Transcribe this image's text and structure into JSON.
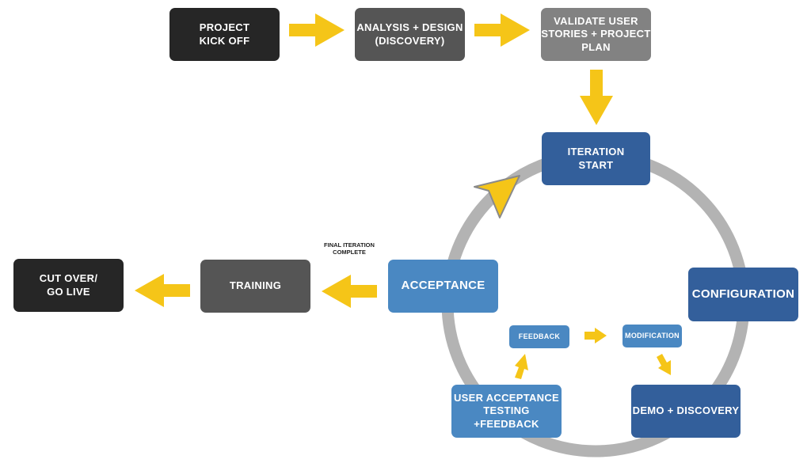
{
  "colors": {
    "arrow": "#f5c518",
    "cycle_ring": "#b3b3b3",
    "black": "#262626",
    "dark_gray": "#555555",
    "mid_gray": "#828282",
    "dark_blue": "#335f9b",
    "light_blue": "#4a88c2"
  },
  "steps": {
    "project_kick_off": "PROJECT\nKICK OFF",
    "analysis_design": "ANALYSIS + DESIGN\n(DISCOVERY)",
    "validate": "VALIDATE USER\nSTORIES + PROJECT\nPLAN",
    "iteration_start": "ITERATION\nSTART",
    "configuration": "CONFIGURATION",
    "demo_discovery": "DEMO + DISCOVERY",
    "uat": "USER ACCEPTANCE\nTESTING +FEEDBACK",
    "acceptance": "ACCEPTANCE",
    "training": "TRAINING",
    "cut_over": "CUT OVER/\nGO LIVE",
    "feedback": "FEEDBACK",
    "modification": "MODIFICATION"
  },
  "annotations": {
    "final_iteration": "FINAL ITERATION\nCOMPLETE"
  }
}
